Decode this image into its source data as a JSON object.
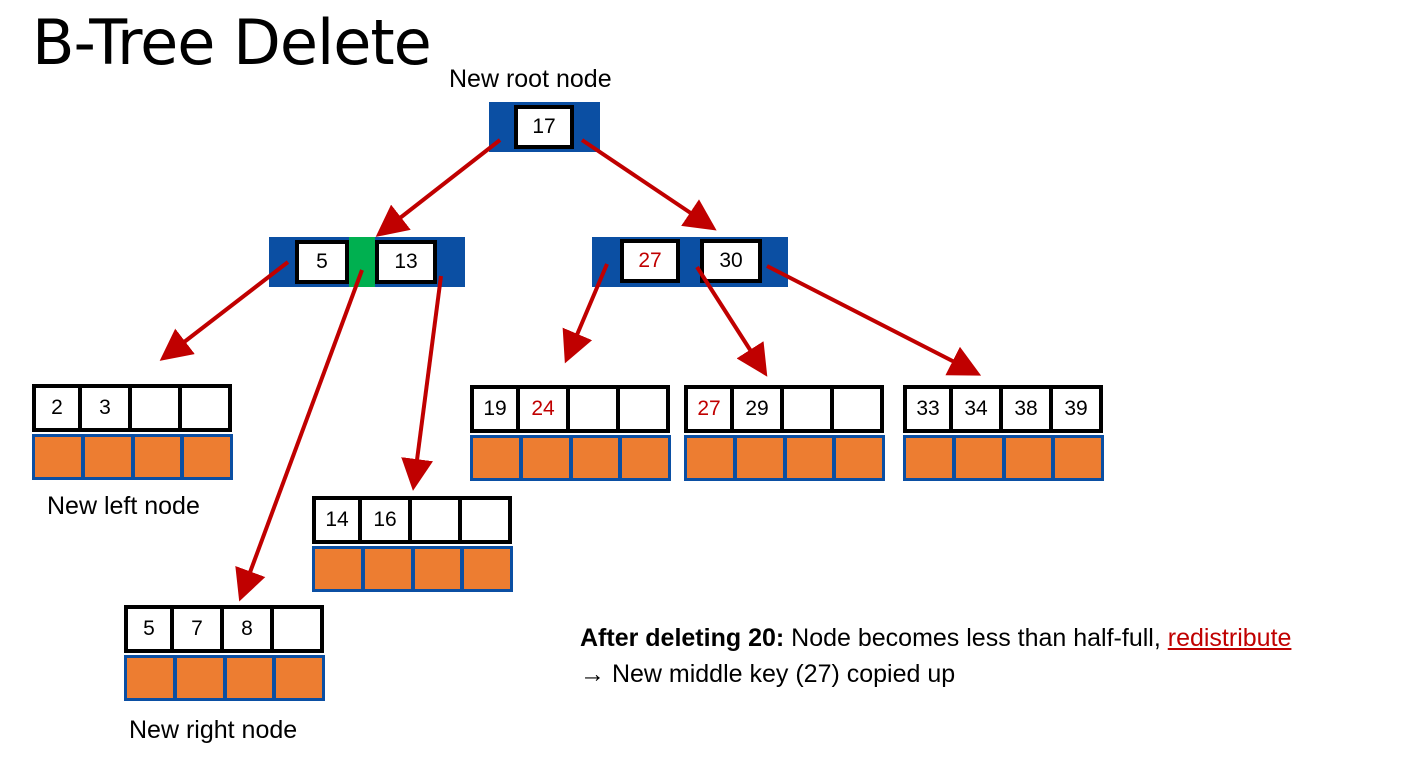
{
  "title": "B-Tree Delete",
  "root": {
    "label": "New root node",
    "keys": [
      "17"
    ]
  },
  "internal_left": {
    "keys": [
      "5",
      "13"
    ]
  },
  "internal_right": {
    "keys": [
      "27",
      "30"
    ]
  },
  "leaves": {
    "left_a": {
      "label": "New left node",
      "keys": [
        "2",
        "3",
        "",
        ""
      ]
    },
    "left_b": {
      "label": "New right node",
      "keys": [
        "5",
        "7",
        "8",
        ""
      ]
    },
    "left_c": {
      "keys": [
        "14",
        "16",
        "",
        ""
      ]
    },
    "right_a": {
      "keys": [
        "19",
        "24",
        "",
        ""
      ]
    },
    "right_b": {
      "keys": [
        "27",
        "29",
        "",
        ""
      ]
    },
    "right_c": {
      "keys": [
        "33",
        "34",
        "38",
        "39"
      ]
    }
  },
  "note": {
    "bold": "After deleting 20:",
    "text": " Node becomes less than half-full, ",
    "link": "redistribute",
    "line2": "→ New middle key (27) copied up"
  },
  "colors": {
    "pointer_bar": "#0b4fa3",
    "active_pointer": "#00b050",
    "leaf_pointer": "#ed7d31",
    "arrow": "#c00000",
    "highlight_key": "#c00000"
  }
}
